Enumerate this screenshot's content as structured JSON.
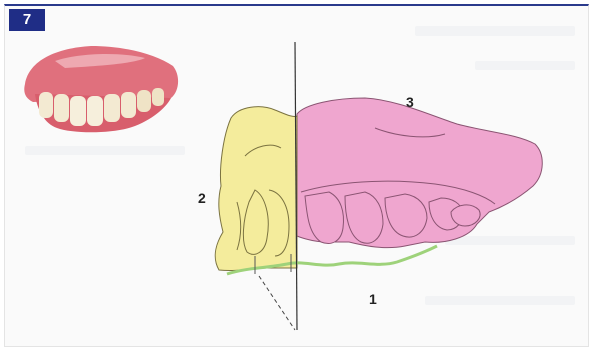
{
  "figure": {
    "number": "7"
  },
  "labels": {
    "one": "1",
    "two": "2",
    "three": "3"
  },
  "colors": {
    "badge": "#1f2d86",
    "yellow_region": "#f4ec9c",
    "pink_region": "#efa6cf",
    "green_line": "#9ed27a",
    "denture_gum": "#e0707d",
    "denture_teeth": "#f3ead2"
  }
}
